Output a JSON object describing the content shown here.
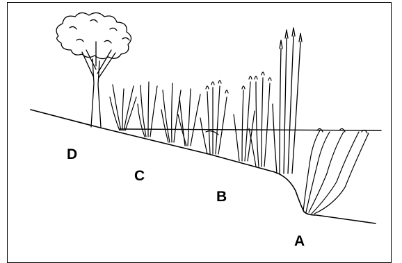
{
  "zones": {
    "d": "D",
    "c": "C",
    "b": "B",
    "a": "A"
  },
  "colors": {
    "ink": "#000000",
    "background": "#ffffff"
  },
  "elements": {
    "tree": "tree-icon",
    "grass_clumps": "grass-clump-icon",
    "reeds": "reed-icon",
    "water_plants": "submerged-plant-icon"
  }
}
